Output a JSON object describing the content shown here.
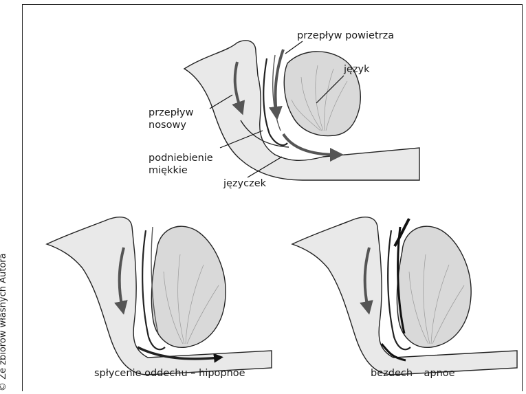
{
  "credit": "© Ze zbiorów własnych Autora",
  "labels": {
    "airflow": "przepływ powietrza",
    "tongue": "język",
    "nasal_line1": "przepływ",
    "nasal_line2": "nosowy",
    "soft_palate_line1": "podniebienie",
    "soft_palate_line2": "miękkie",
    "uvula": "języczek"
  },
  "captions": {
    "hypopnea": "spłycenie oddechu – hipopnoe",
    "apnea": "bezdech – apnoe"
  }
}
